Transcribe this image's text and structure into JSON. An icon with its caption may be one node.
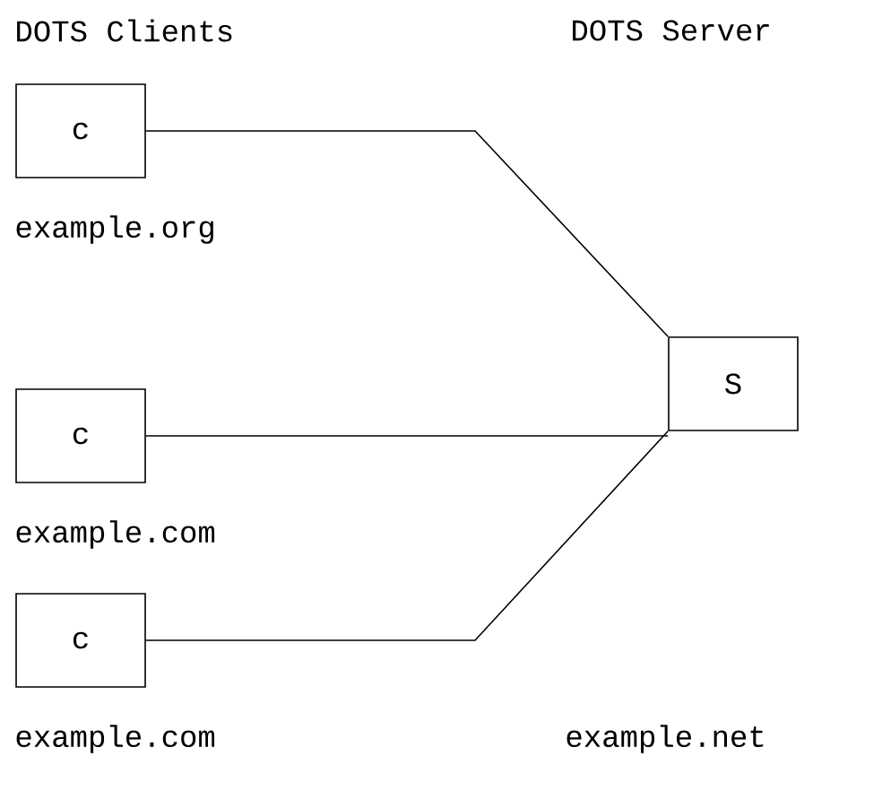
{
  "diagram": {
    "nodes": [
      {
        "text": [
          "c"
        ],
        "beside": [
          "example.org"
        ]
      },
      {
        "text": [
          "c"
        ],
        "beside": [
          "example.com"
        ]
      },
      {
        "text": [
          "c"
        ],
        "beside": [
          "example.com"
        ]
      },
      {
        "text": [
          "S"
        ]
      }
    ],
    "edges": [
      {
        "from": 0,
        "to": 3,
        "arrow": "none"
      },
      {
        "from": 1,
        "to": 3,
        "arrow": "none"
      },
      {
        "from": 2,
        "to": 3,
        "arrow": "none"
      }
    ],
    "labels": [
      "DOTS Clients",
      "DOTS Server",
      "example.net"
    ]
  }
}
